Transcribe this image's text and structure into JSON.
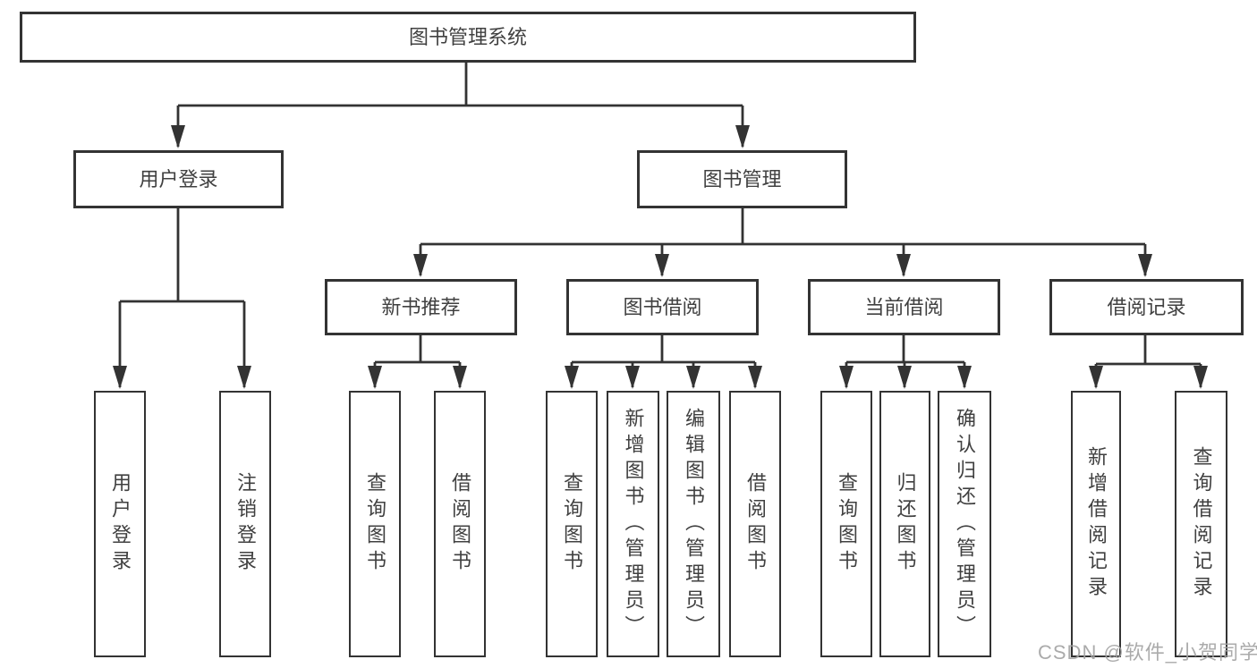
{
  "diagram": {
    "title": "图书管理系统",
    "colors": {
      "line": "#333333",
      "border": "#333333",
      "text": "#404040",
      "background": "#ffffff",
      "watermark_text_color": "#a3a3a3"
    },
    "nodes": {
      "root": {
        "label": "图书管理系统"
      },
      "user_login": {
        "label": "用户登录"
      },
      "book_mgmt": {
        "label": "图书管理"
      },
      "new_book_rec": {
        "label": "新书推荐"
      },
      "book_borrow": {
        "label": "图书借阅"
      },
      "current_borrow": {
        "label": "当前借阅"
      },
      "borrow_records": {
        "label": "借阅记录"
      },
      "ul_login": {
        "label": "用户登录"
      },
      "ul_logout": {
        "label": "注销登录"
      },
      "nb_query": {
        "label": "查询图书"
      },
      "nb_borrow": {
        "label": "借阅图书"
      },
      "bb_query": {
        "label": "查询图书"
      },
      "bb_add": {
        "label": "新增图书（管理员）"
      },
      "bb_edit": {
        "label": "编辑图书（管理员）"
      },
      "bb_borrow": {
        "label": "借阅图书"
      },
      "cb_query": {
        "label": "查询图书"
      },
      "cb_return": {
        "label": "归还图书"
      },
      "cb_confirm": {
        "label": "确认归还（管理员）"
      },
      "br_add": {
        "label": "新增借阅记录"
      },
      "br_query": {
        "label": "查询借阅记录"
      }
    },
    "hierarchy": {
      "root": [
        "user_login",
        "book_mgmt"
      ],
      "user_login": [
        "ul_login",
        "ul_logout"
      ],
      "book_mgmt": [
        "new_book_rec",
        "book_borrow",
        "current_borrow",
        "borrow_records"
      ],
      "new_book_rec": [
        "nb_query",
        "nb_borrow"
      ],
      "book_borrow": [
        "bb_query",
        "bb_add",
        "bb_edit",
        "bb_borrow"
      ],
      "current_borrow": [
        "cb_query",
        "cb_return",
        "cb_confirm"
      ],
      "borrow_records": [
        "br_add",
        "br_query"
      ]
    },
    "watermark": "CSDN @软件_小贺同学"
  }
}
